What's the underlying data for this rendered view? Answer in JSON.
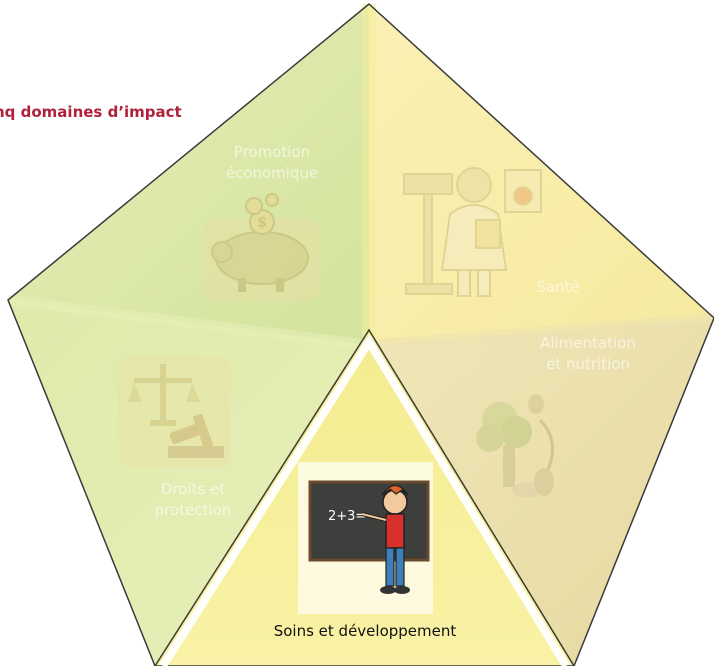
{
  "title": "nq domaines d’impact",
  "segments": {
    "promotion": {
      "label": "Promotion\néconomique",
      "icon": "piggy-bank-icon",
      "color": "#d7e6a0"
    },
    "sante": {
      "label": "Santé",
      "icon": "doctor-icon",
      "color": "#f6ec9e"
    },
    "alimentation": {
      "label": "Alimentation\net nutrition",
      "icon": "vegetables-icon",
      "color": "#ece0a7"
    },
    "droits": {
      "label": "Droits et\nprotection",
      "icon": "scales-gavel-icon",
      "color": "#dfeaa4"
    },
    "soins": {
      "label": "Soins et développement",
      "icon": "teacher-blackboard-icon",
      "color": "#f7ef98",
      "board_text": "2+3="
    }
  }
}
